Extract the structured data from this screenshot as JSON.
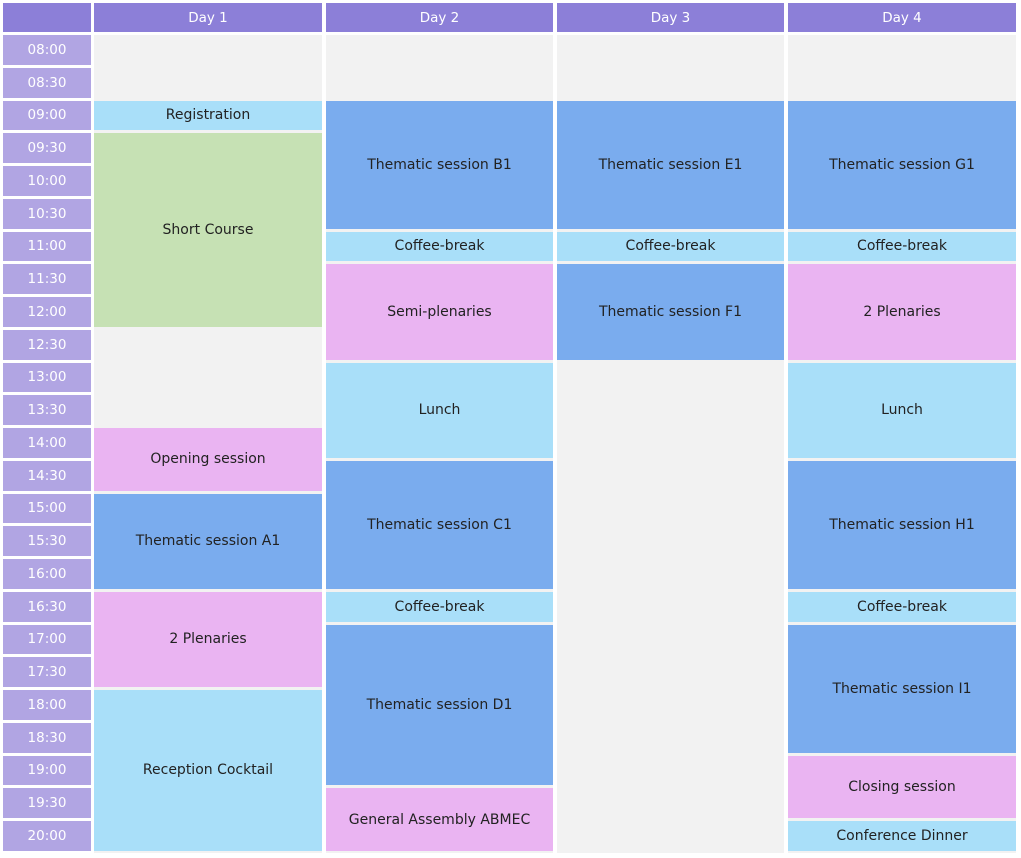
{
  "days": [
    "Day 1",
    "Day 2",
    "Day 3",
    "Day 4"
  ],
  "times": [
    "08:00",
    "08:30",
    "09:00",
    "09:30",
    "10:00",
    "10:30",
    "11:00",
    "11:30",
    "12:00",
    "12:30",
    "13:00",
    "13:30",
    "14:00",
    "14:30",
    "15:00",
    "15:30",
    "16:00",
    "16:30",
    "17:00",
    "17:30",
    "18:00",
    "18:30",
    "19:00",
    "19:30",
    "20:00"
  ],
  "colors": {
    "header": "#8c7fd8",
    "time_cell": "#b1a5e3",
    "background": "#f2f2f2",
    "light_blue": "#a9dff9",
    "blue": "#7aacee",
    "green": "#c6e1b4",
    "pink": "#eab4f2"
  },
  "events": [
    {
      "day": 0,
      "start": "09:00",
      "end": "09:30",
      "label": "Registration",
      "color": "light_blue"
    },
    {
      "day": 0,
      "start": "09:30",
      "end": "12:30",
      "label": "Short Course",
      "color": "green"
    },
    {
      "day": 0,
      "start": "14:00",
      "end": "15:00",
      "label": "Opening session",
      "color": "pink"
    },
    {
      "day": 0,
      "start": "15:00",
      "end": "16:30",
      "label": "Thematic session A1",
      "color": "blue"
    },
    {
      "day": 0,
      "start": "16:30",
      "end": "18:00",
      "label": "2 Plenaries",
      "color": "pink"
    },
    {
      "day": 0,
      "start": "18:00",
      "end": "20:30",
      "label": "Reception Cocktail",
      "color": "light_blue"
    },
    {
      "day": 1,
      "start": "09:00",
      "end": "11:00",
      "label": "Thematic session B1",
      "color": "blue"
    },
    {
      "day": 1,
      "start": "11:00",
      "end": "11:30",
      "label": "Coffee-break",
      "color": "light_blue"
    },
    {
      "day": 1,
      "start": "11:30",
      "end": "13:00",
      "label": "Semi-plenaries",
      "color": "pink"
    },
    {
      "day": 1,
      "start": "13:00",
      "end": "14:30",
      "label": "Lunch",
      "color": "light_blue"
    },
    {
      "day": 1,
      "start": "14:30",
      "end": "16:30",
      "label": "Thematic session C1",
      "color": "blue"
    },
    {
      "day": 1,
      "start": "16:30",
      "end": "17:00",
      "label": "Coffee-break",
      "color": "light_blue"
    },
    {
      "day": 1,
      "start": "17:00",
      "end": "19:30",
      "label": "Thematic session D1",
      "color": "blue"
    },
    {
      "day": 1,
      "start": "19:30",
      "end": "20:30",
      "label": "General Assembly ABMEC",
      "color": "pink"
    },
    {
      "day": 2,
      "start": "09:00",
      "end": "11:00",
      "label": "Thematic session E1",
      "color": "blue"
    },
    {
      "day": 2,
      "start": "11:00",
      "end": "11:30",
      "label": "Coffee-break",
      "color": "light_blue"
    },
    {
      "day": 2,
      "start": "11:30",
      "end": "13:00",
      "label": "Thematic session F1",
      "color": "blue"
    },
    {
      "day": 3,
      "start": "09:00",
      "end": "11:00",
      "label": "Thematic session G1",
      "color": "blue"
    },
    {
      "day": 3,
      "start": "11:00",
      "end": "11:30",
      "label": "Coffee-break",
      "color": "light_blue"
    },
    {
      "day": 3,
      "start": "11:30",
      "end": "13:00",
      "label": "2 Plenaries",
      "color": "pink"
    },
    {
      "day": 3,
      "start": "13:00",
      "end": "14:30",
      "label": "Lunch",
      "color": "light_blue"
    },
    {
      "day": 3,
      "start": "14:30",
      "end": "16:30",
      "label": "Thematic session H1",
      "color": "blue"
    },
    {
      "day": 3,
      "start": "16:30",
      "end": "17:00",
      "label": "Coffee-break",
      "color": "light_blue"
    },
    {
      "day": 3,
      "start": "17:00",
      "end": "19:00",
      "label": "Thematic session I1",
      "color": "blue"
    },
    {
      "day": 3,
      "start": "19:00",
      "end": "20:00",
      "label": "Closing session",
      "color": "pink"
    },
    {
      "day": 3,
      "start": "20:00",
      "end": "20:30",
      "label": "Conference Dinner",
      "color": "light_blue"
    }
  ]
}
